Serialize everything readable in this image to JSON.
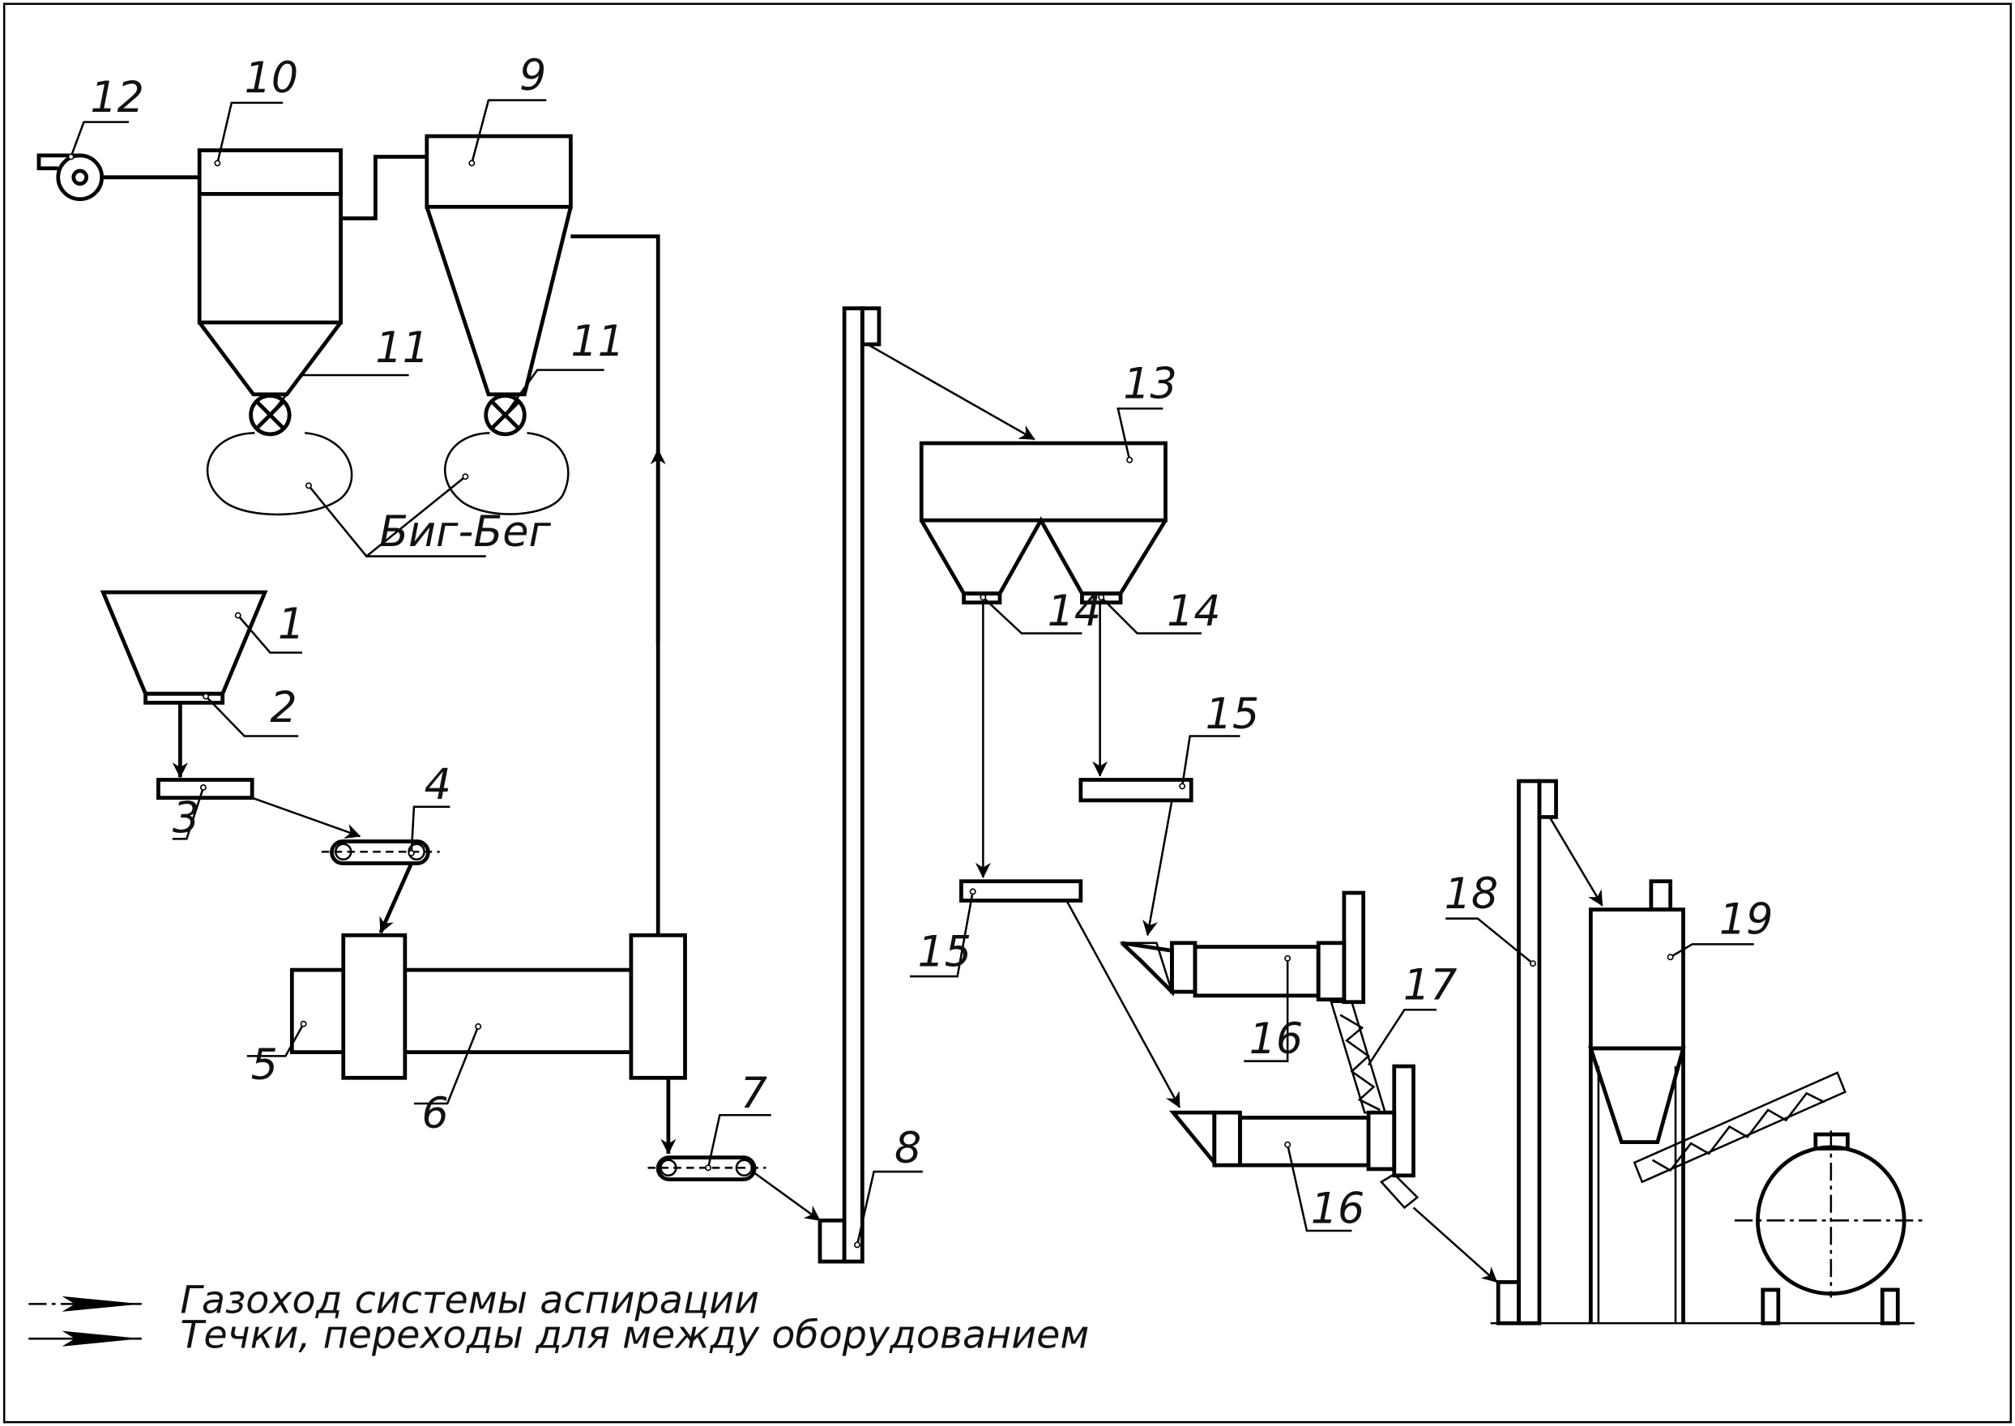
{
  "diagram": {
    "labels": {
      "n1": "1",
      "n2": "2",
      "n3": "3",
      "n4": "4",
      "n5": "5",
      "n6": "6",
      "n7": "7",
      "n8": "8",
      "n9": "9",
      "n10": "10",
      "n11a": "11",
      "n11b": "11",
      "n12": "12",
      "n13": "13",
      "n14a": "14",
      "n14b": "14",
      "n15a": "15",
      "n15b": "15",
      "n16a": "16",
      "n16b": "16",
      "n17": "17",
      "n18": "18",
      "n19": "19",
      "bigbag": "Биг-Бег"
    },
    "legend": {
      "aspiration": "Газоход системы аспирации",
      "chutes": "Течки, переходы для между оборудованием"
    }
  }
}
